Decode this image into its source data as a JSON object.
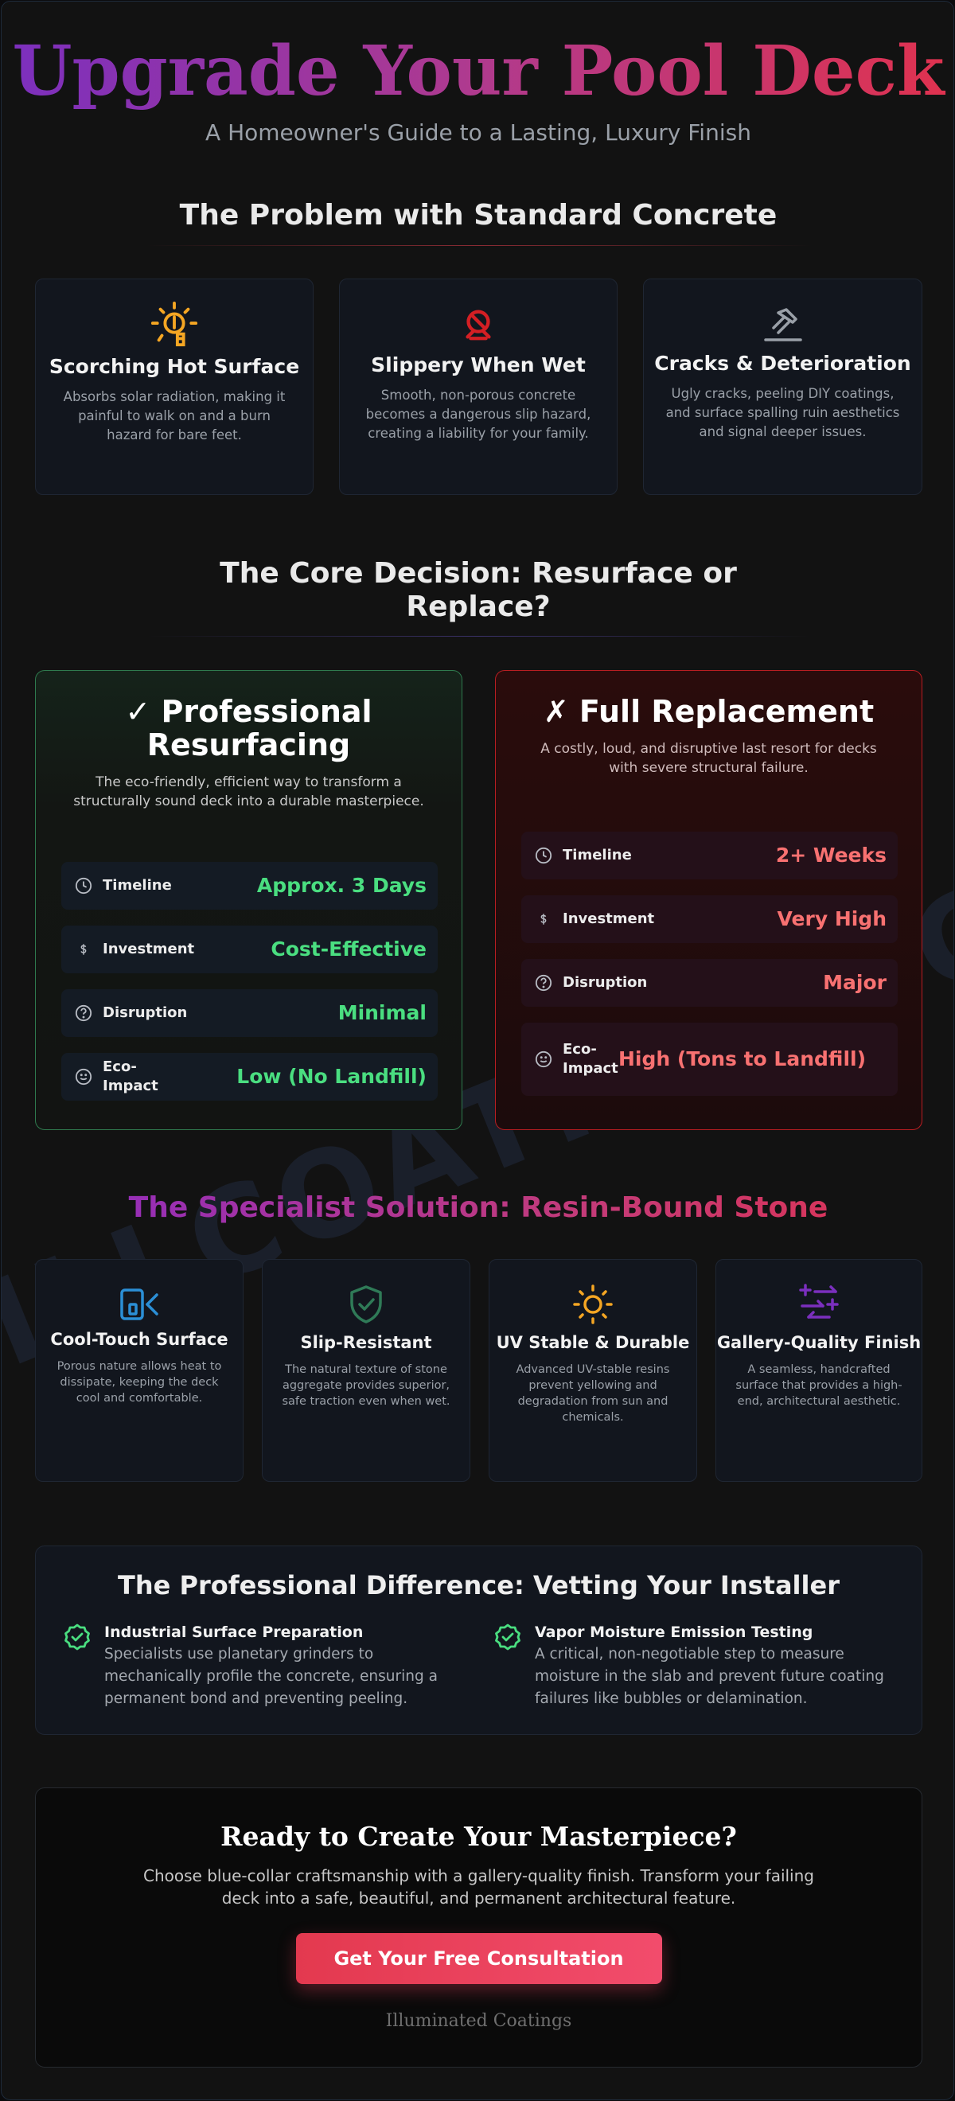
{
  "hero": {
    "title": "Upgrade Your Pool Deck",
    "subtitle": "A Homeowner's Guide to a Lasting, Luxury Finish"
  },
  "watermark": "ILLCOATINGS.COM",
  "problem": {
    "title": "The Problem with Standard Concrete",
    "cards": [
      {
        "icon": "hot-sun-thermometer-icon",
        "title": "Scorching Hot Surface",
        "text": "Absorbs solar radiation, making it painful to walk on and a burn hazard for bare feet."
      },
      {
        "icon": "slip-warning-icon",
        "title": "Slippery When Wet",
        "text": "Smooth, non-porous concrete becomes a dangerous slip hazard, creating a liability for your family."
      },
      {
        "icon": "hammer-icon",
        "title": "Cracks & Deterioration",
        "text": "Ugly cracks, peeling DIY coatings, and surface spalling ruin aesthetics and signal deeper issues."
      }
    ]
  },
  "decision": {
    "title": "The Core Decision: Resurface or Replace?",
    "resurfacing": {
      "title": "✓ Professional Resurfacing",
      "desc": "The eco-friendly, efficient way to transform a structurally sound deck into a durable masterpiece.",
      "rows": [
        {
          "icon": "clock-icon",
          "label": "Timeline",
          "value": "Approx. 3 Days"
        },
        {
          "icon": "dollar-icon",
          "label": "Investment",
          "value": "Cost-Effective"
        },
        {
          "icon": "question-icon",
          "label": "Disruption",
          "value": "Minimal"
        },
        {
          "icon": "smiley-icon",
          "label": "Eco-Impact",
          "value": "Low (No Landfill)"
        }
      ]
    },
    "replacement": {
      "title": "✗ Full Replacement",
      "desc": "A costly, loud, and disruptive last resort for decks with severe structural failure.",
      "rows": [
        {
          "icon": "clock-icon",
          "label": "Timeline",
          "value": "2+ Weeks"
        },
        {
          "icon": "dollar-icon",
          "label": "Investment",
          "value": "Very High"
        },
        {
          "icon": "question-icon",
          "label": "Disruption",
          "value": "Major"
        },
        {
          "icon": "smiley-icon",
          "label": "Eco-Impact",
          "value": "High (Tons to Landfill)"
        }
      ]
    }
  },
  "solution": {
    "title": "The Specialist Solution: Resin-Bound Stone",
    "features": [
      {
        "icon": "cool-touch-icon",
        "title": "Cool-Touch Surface",
        "text": "Porous nature allows heat to dissipate, keeping the deck cool and comfortable."
      },
      {
        "icon": "shield-check-icon",
        "title": "Slip-Resistant",
        "text": "The natural texture of stone aggregate provides superior, safe traction even when wet."
      },
      {
        "icon": "sun-icon",
        "title": "UV Stable & Durable",
        "text": "Advanced UV-stable resins prevent yellowing and degradation from sun and chemicals."
      },
      {
        "icon": "sparkle-icon",
        "title": "Gallery-Quality Finish",
        "text": "A seamless, handcrafted surface that provides a high-end, architectural aesthetic."
      }
    ]
  },
  "vetting": {
    "title": "The Professional Difference: Vetting Your Installer",
    "items": [
      {
        "title": "Industrial Surface Preparation",
        "text": "Specialists use planetary grinders to mechanically profile the concrete, ensuring a permanent bond and preventing peeling."
      },
      {
        "title": "Vapor Moisture Emission Testing",
        "text": "A critical, non-negotiable step to measure moisture in the slab and prevent future coating failures like bubbles or delamination."
      }
    ]
  },
  "cta": {
    "title": "Ready to Create Your Masterpiece?",
    "text": "Choose blue-collar craftsmanship with a gallery-quality finish. Transform your failing deck into a safe, beautiful, and permanent architectural feature.",
    "button": "Get Your Free Consultation",
    "brand": "Illuminated Coatings"
  },
  "colors": {
    "good": "#4ade80",
    "bad": "#f87171",
    "accent_purple": "#7b2fbe",
    "accent_red": "#e0324e",
    "warning_orange": "#f5a623"
  }
}
